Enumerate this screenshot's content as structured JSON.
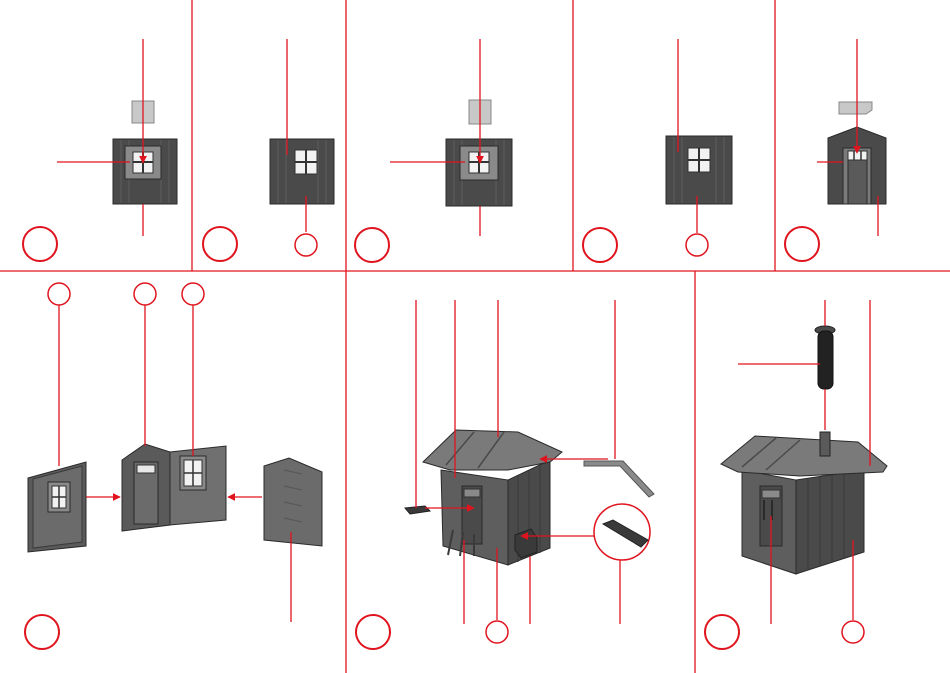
{
  "colors": {
    "accent": "#e0141e",
    "part_dark": "#4a4a4a",
    "part_mid": "#6b6b6b",
    "part_light": "#9a9a9a",
    "glass": "#f2f2f2",
    "glazing_piece": "#c8c8c8"
  },
  "steps": [
    {
      "id": "step-1",
      "label": "",
      "part_numbers": []
    },
    {
      "id": "step-2",
      "label": "",
      "part_numbers": [
        ""
      ]
    },
    {
      "id": "step-3",
      "label": "",
      "part_numbers": []
    },
    {
      "id": "step-4",
      "label": "",
      "part_numbers": [
        ""
      ]
    },
    {
      "id": "step-5",
      "label": "",
      "part_numbers": []
    },
    {
      "id": "step-6",
      "label": "",
      "part_numbers": [
        "",
        "",
        ""
      ]
    },
    {
      "id": "step-7",
      "label": "",
      "part_numbers": [
        ""
      ]
    },
    {
      "id": "step-8",
      "label": "",
      "part_numbers": [
        ""
      ]
    }
  ]
}
